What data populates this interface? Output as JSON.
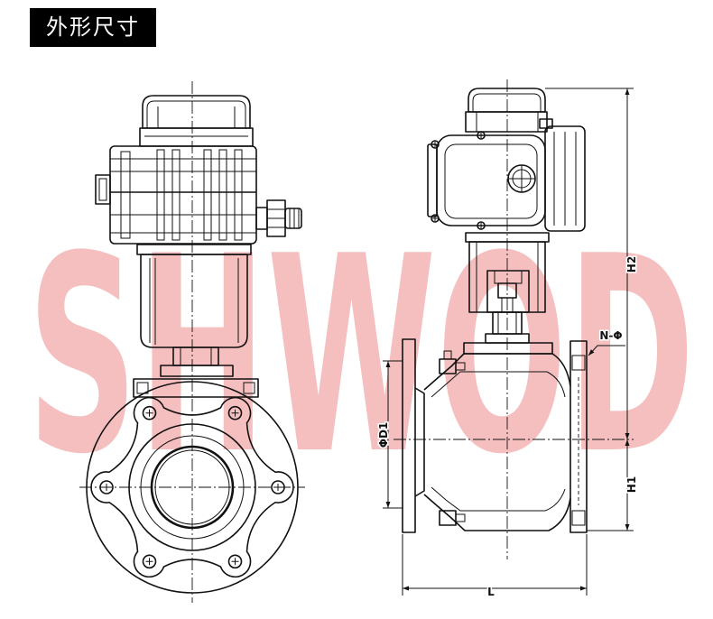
{
  "title": "外形尺寸",
  "watermark": "SHWOD",
  "dimension_labels": {
    "h2": "H2",
    "h1": "H1",
    "bolt_holes": "N-Φ",
    "flange_diameter": "ΦD1",
    "length": "L"
  },
  "colors": {
    "title_background": "#000000",
    "title_text": "#ffffff",
    "line": "#111111",
    "watermark": "#f4b4b4"
  }
}
